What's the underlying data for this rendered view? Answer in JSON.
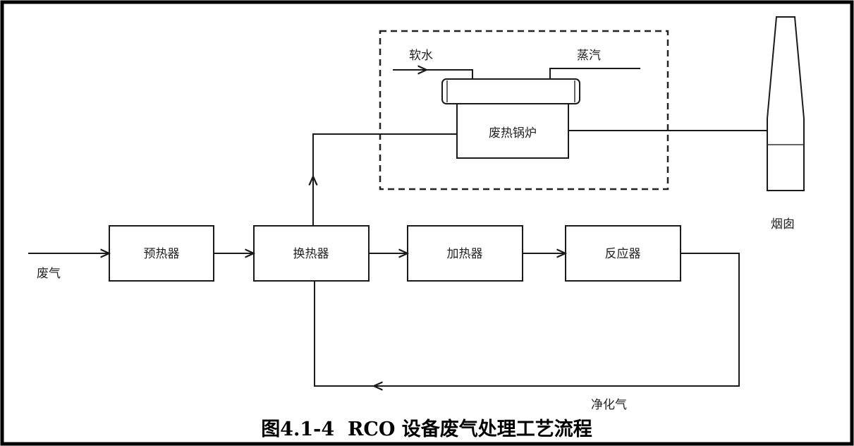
{
  "diagram": {
    "boxes": {
      "preheater": "预热器",
      "heat_exchanger": "换热器",
      "heater": "加热器",
      "reactor": "反应器",
      "boiler": "废热锅炉"
    },
    "labels": {
      "waste_gas": "废气",
      "soft_water": "软水",
      "steam": "蒸汽",
      "chimney": "烟囱",
      "purified_gas": "净化气"
    },
    "caption": "图4.1-4  RCO 设备废气处理工艺流程"
  }
}
